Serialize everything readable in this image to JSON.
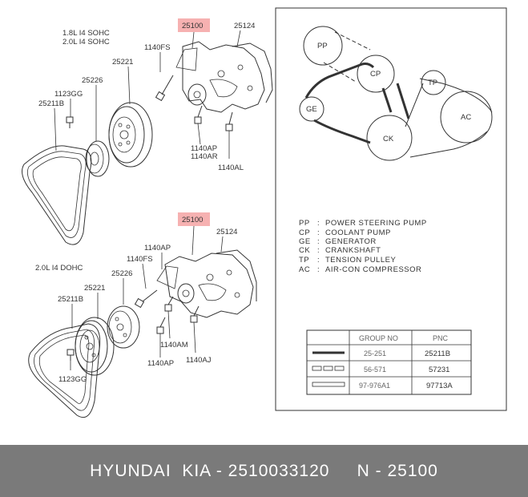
{
  "variants": {
    "sohc_1": "1.8L I4 SOHC",
    "sohc_2": "2.0L I4 SOHC",
    "dohc": "2.0L I4 DOHC"
  },
  "parts_top": {
    "highlight": "25100",
    "p25124": "25124",
    "p1140FS": "1140FS",
    "p25221": "25221",
    "p25226": "25226",
    "p1123GG": "1123GG",
    "p25211B": "25211B",
    "p1140AP": "1140AP",
    "p1140AR": "1140AR",
    "p1140AL": "1140AL"
  },
  "parts_bottom": {
    "highlight": "25100",
    "p25124": "25124",
    "p1140AP_a": "1140AP",
    "p1140FS": "1140FS",
    "p25226": "25226",
    "p25221": "25221",
    "p25211B": "25211B",
    "p1123GG": "1123GG",
    "p1140AM": "1140AM",
    "p1140AP_b": "1140AP",
    "p1140AJ": "1140AJ"
  },
  "pulleys": {
    "pp": "PP",
    "cp": "CP",
    "ge": "GE",
    "ck": "CK",
    "tp": "TP",
    "ac": "AC"
  },
  "legend": [
    {
      "code": "PP",
      "sep": ":",
      "desc": "POWER STEERING PUMP"
    },
    {
      "code": "CP",
      "sep": ":",
      "desc": "COOLANT PUMP"
    },
    {
      "code": "GE",
      "sep": ":",
      "desc": "GENERATOR"
    },
    {
      "code": "CK",
      "sep": ":",
      "desc": "CRANKSHAFT"
    },
    {
      "code": "TP",
      "sep": ":",
      "desc": "TENSION PULLEY"
    },
    {
      "code": "AC",
      "sep": ":",
      "desc": "AIR-CON COMPRESSOR"
    }
  ],
  "table": {
    "headers": [
      "GROUP NO",
      "PNC"
    ],
    "rows": [
      {
        "group": "25-251",
        "pnc": "25211B"
      },
      {
        "group": "56-571",
        "pnc": "57231"
      },
      {
        "group": "97-976A1",
        "pnc": "97713A"
      }
    ]
  },
  "footer": {
    "text": "HYUNDAI  KIA - 2510033120     N - 25100"
  }
}
